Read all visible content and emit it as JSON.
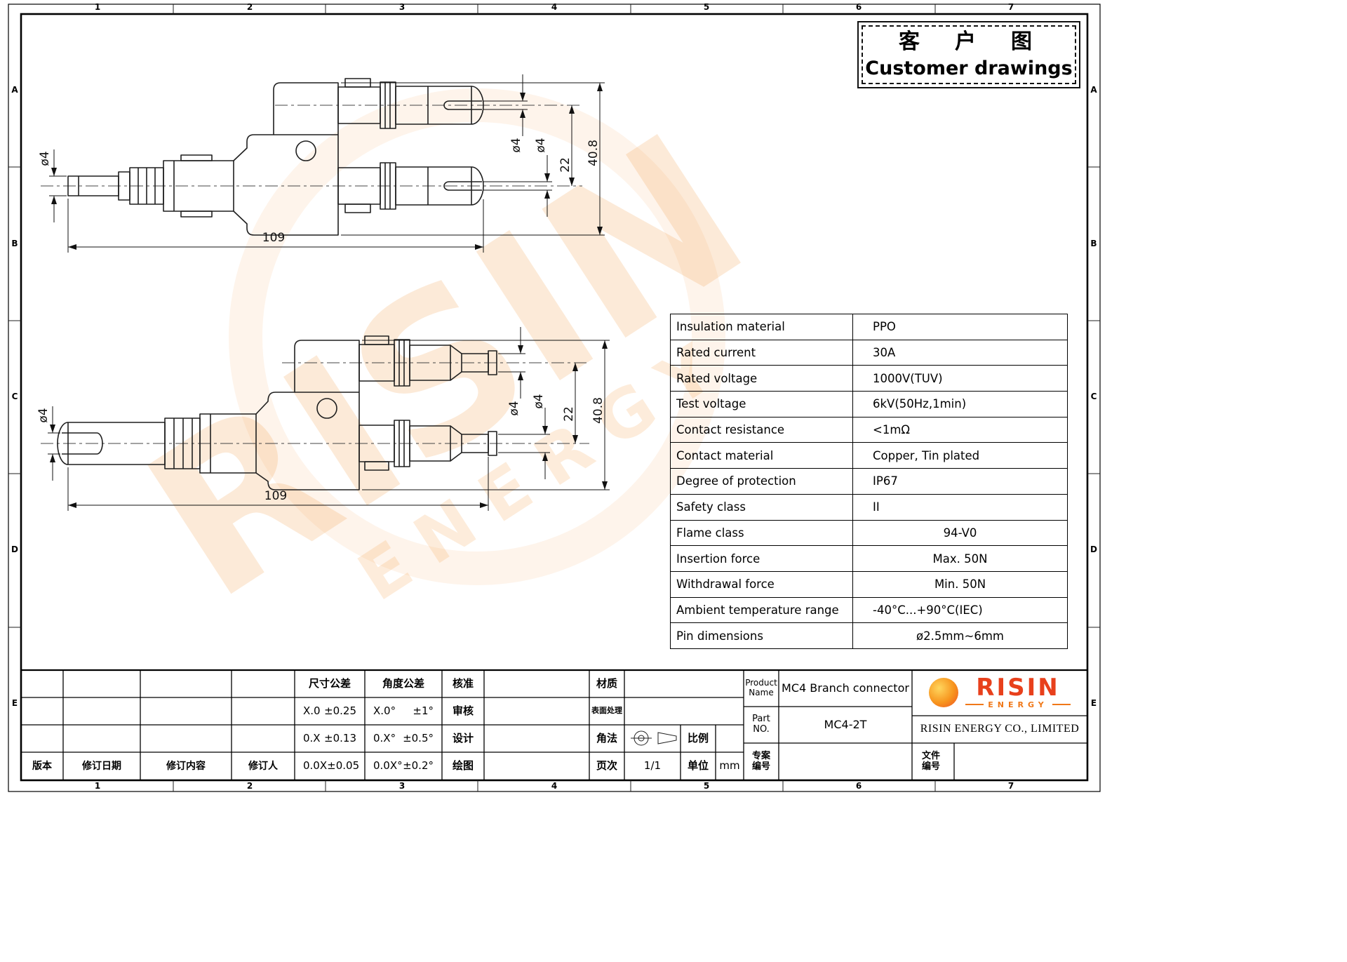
{
  "sheet": {
    "zones_h": [
      "1",
      "2",
      "3",
      "4",
      "5",
      "6",
      "7"
    ],
    "zones_v": [
      "A",
      "B",
      "C",
      "D",
      "E"
    ]
  },
  "title_box": {
    "cn": "客　户　图",
    "en": "Customer drawings"
  },
  "watermark": {
    "line1": "RISIN",
    "line2": "ENERGY"
  },
  "drawing_top": {
    "dia_left": "ø4",
    "length": "109",
    "dia_branch_upper": "ø4",
    "dia_branch_lower": "ø4",
    "branch_pitch": "22",
    "overall_height": "40.8"
  },
  "drawing_bottom": {
    "dia_left": "ø4",
    "length": "109",
    "dia_branch_upper": "ø4",
    "dia_branch_lower": "ø4",
    "branch_pitch": "22",
    "overall_height": "40.8"
  },
  "spec": {
    "rows": [
      {
        "label": "Insulation material",
        "value": "PPO"
      },
      {
        "label": "Rated current",
        "value": "30A"
      },
      {
        "label": "Rated voltage",
        "value": "1000V(TUV)"
      },
      {
        "label": "Test voltage",
        "value": "6kV(50Hz,1min)"
      },
      {
        "label": "Contact resistance",
        "value": "<1mΩ"
      },
      {
        "label": "Contact material",
        "value": "Copper, Tin plated"
      },
      {
        "label": "Degree of protection",
        "value": "IP67"
      },
      {
        "label": "Safety class",
        "value": "II"
      },
      {
        "label": "Flame class",
        "value": "94-V0"
      },
      {
        "label": "Insertion force",
        "value": "Max. 50N"
      },
      {
        "label": "Withdrawal force",
        "value": "Min. 50N"
      },
      {
        "label": "Ambient temperature range",
        "value": "-40°C...+90°C(IEC)"
      },
      {
        "label": "Pin dimensions",
        "value": "ø2.5mm~6mm"
      }
    ]
  },
  "title_block": {
    "rev": {
      "version": "版本",
      "date": "修订日期",
      "content": "修订内容",
      "person": "修订人"
    },
    "tol": {
      "dim_header": "尺寸公差",
      "angle_header": "角度公差",
      "rows": [
        {
          "d": "X.0",
          "dv": "±0.25",
          "a": "X.0°",
          "av": "±1°"
        },
        {
          "d": "0.X",
          "dv": "±0.13",
          "a": "0.X°",
          "av": "±0.5°"
        },
        {
          "d": "0.0X",
          "dv": "±0.05",
          "a": "0.0X°",
          "av": "±0.2°"
        }
      ]
    },
    "signoff": {
      "approve": "核准",
      "check": "审核",
      "design": "设计",
      "draft": "绘图"
    },
    "info": {
      "material": "材质",
      "surface": "表面处理",
      "projection": "角法",
      "scale": "比例",
      "page": "页次",
      "page_value": "1/1",
      "unit": "单位",
      "unit_value": "mm"
    },
    "product": {
      "name_label": "Product Name",
      "name_value": "MC4 Branch connector",
      "part_label": "Part NO.",
      "part_value": "MC4-2T",
      "project_label": "专案编号",
      "file_label": "文件编号"
    },
    "company": {
      "logo_text": "RISIN",
      "logo_sub": "ENERGY",
      "name": "RISIN ENERGY CO., LIMITED"
    }
  }
}
